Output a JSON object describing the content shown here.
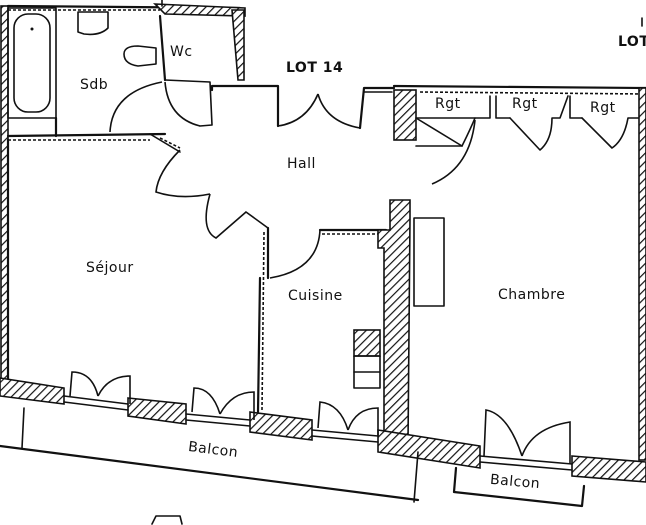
{
  "plan": {
    "lot_labels": {
      "center": "LOT 14",
      "right_partial": "LOT"
    },
    "rooms": {
      "sdb": "Sdb",
      "wc": "Wc",
      "hall": "Hall",
      "sejour": "Séjour",
      "cuisine": "Cuisine",
      "chambre": "Chambre",
      "rgt_1": "Rgt",
      "rgt_2": "Rgt",
      "rgt_3": "Rgt",
      "balcon_left": "Balcon",
      "balcon_right": "Balcon"
    },
    "colors": {
      "ink": "#111111",
      "paper": "#ffffff"
    }
  }
}
